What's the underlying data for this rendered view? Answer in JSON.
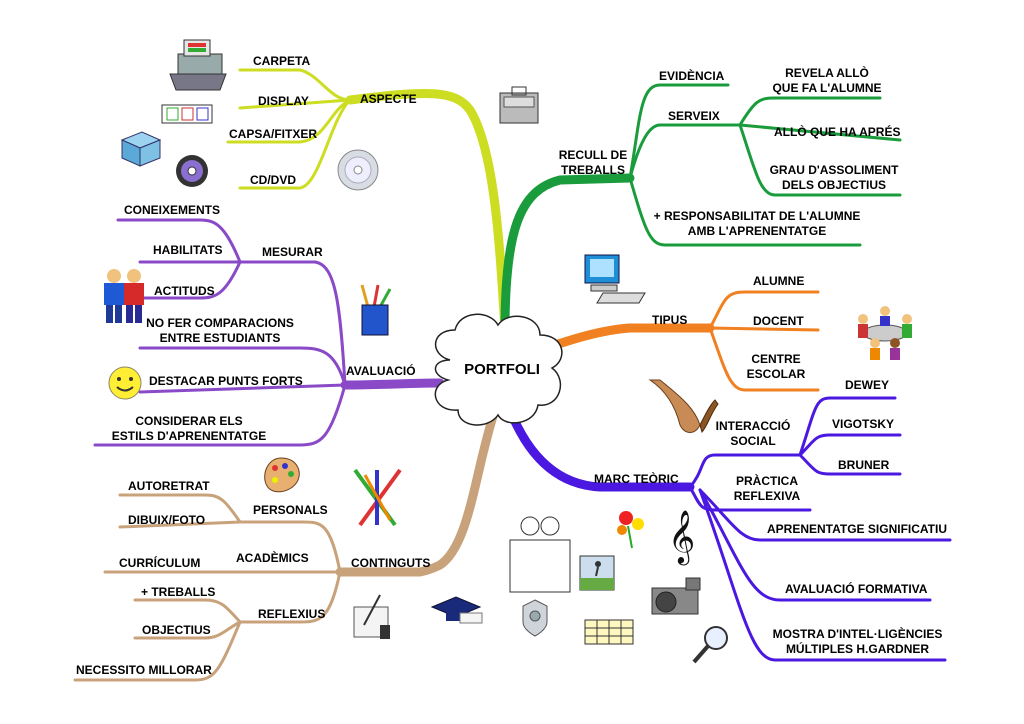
{
  "center": {
    "label": "PORTFOLI"
  },
  "branches": {
    "aspecte": {
      "label": "ASPECTE",
      "color": "#ccdd22",
      "items": [
        "CARPETA",
        "DISPLAY",
        "CAPSA/FITXER",
        "CD/DVD"
      ]
    },
    "recull": {
      "label_line1": "RECULL DE",
      "label_line2": "TREBALLS",
      "color": "#1a9c3c",
      "evidencia": "EVIDÈNCIA",
      "serveix": "SERVEIX",
      "serveix_items": [
        [
          "REVELA ALLÒ",
          "QUE FA L'ALUMNE"
        ],
        [
          "ALLÒ QUE HA APRÉS"
        ],
        [
          "GRAU D'ASSOLIMENT",
          "DELS OBJECTIUS"
        ]
      ],
      "responsabilitat": [
        "+ RESPONSABILITAT DE L'ALUMNE",
        "AMB L'APRENENTATGE"
      ]
    },
    "tipus": {
      "label": "TIPUS",
      "color": "#f08020",
      "items": [
        [
          "ALUMNE"
        ],
        [
          "DOCENT"
        ],
        [
          "CENTRE",
          "ESCOLAR"
        ]
      ]
    },
    "marc": {
      "label": "MARC TEÒRIC",
      "color": "#4a18e0",
      "interaccio": [
        "INTERACCIÓ",
        "SOCIAL"
      ],
      "interaccio_items": [
        "DEWEY",
        "VIGOTSKY",
        "BRUNER"
      ],
      "practica": [
        "PRÀCTICA",
        "REFLEXIVA"
      ],
      "items": [
        [
          "APRENENTATGE SIGNIFICATIU"
        ],
        [
          "AVALUACIÓ FORMATIVA"
        ],
        [
          "MOSTRA D'INTEL·LIGÈNCIES",
          "MÚLTIPLES H.GARDNER"
        ]
      ]
    },
    "continguts": {
      "label": "CONTINGUTS",
      "color": "#c8a27a",
      "personals": "PERSONALS",
      "personals_items": [
        "AUTORETRAT",
        "DIBUIX/FOTO"
      ],
      "academics": "ACADÈMICS",
      "academics_items": [
        "CURRÍCULUM"
      ],
      "reflexius": "REFLEXIUS",
      "reflexius_items": [
        "+ TREBALLS",
        "OBJECTIUS",
        "NECESSITO MILLORAR"
      ]
    },
    "avaluacio": {
      "label": "AVALUACIÓ",
      "color": "#8a4ac8",
      "mesurar": "MESURAR",
      "mesurar_items": [
        "CONEIXEMENTS",
        "HABILITATS",
        "ACTITUDS"
      ],
      "items": [
        [
          "NO FER COMPARACIONS",
          "ENTRE ESTUDIANTS"
        ],
        [
          "DESTACAR PUNTS FORTS"
        ],
        [
          "CONSIDERAR ELS",
          "ESTILS D'APRENENTATGE"
        ]
      ]
    }
  },
  "icons": [
    "printer-icon",
    "film-strip-icon",
    "box-icon",
    "disc-icon",
    "cd-icon",
    "briefcase-icon",
    "computer-icon",
    "meeting-icon",
    "handshake-icon",
    "people-icon",
    "pencil-cup-icon",
    "smiley-icon",
    "palette-icon",
    "brushes-icon",
    "scroll-icon",
    "graduation-cap-icon",
    "badge-icon",
    "frame-icon",
    "flowers-icon",
    "music-note-icon",
    "runner-icon",
    "camera-icon",
    "magnifier-icon",
    "table-icon"
  ]
}
